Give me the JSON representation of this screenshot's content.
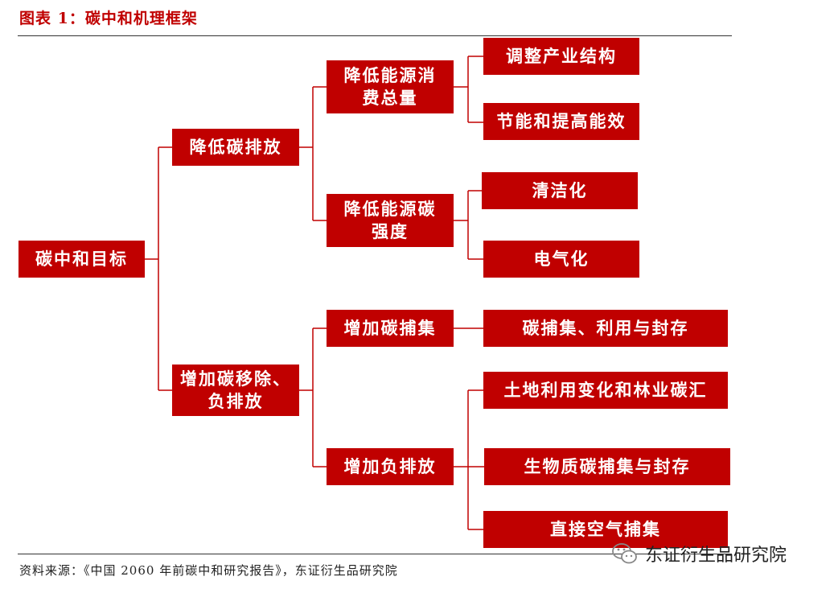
{
  "title": "图表 1：碳中和机理框架",
  "source": "资料来源：《中国 2060 年前碳中和研究报告》，东证衍生品研究院",
  "watermark": "东证衍生品研究院",
  "watermark_icon": "wechat-icon",
  "colors": {
    "box_fill": "#c00000",
    "box_text": "#ffffff",
    "line": "#c00000",
    "title": "#c00000"
  },
  "nodes": {
    "root": "碳中和目标",
    "l1_reduce": "降低碳排放",
    "l1_increase": "增加碳移除、\n负排放",
    "l2_consumption": "降低能源消\n费总量",
    "l2_intensity": "降低能源碳\n强度",
    "l2_capture": "增加碳捕集",
    "l2_negative": "增加负排放",
    "l3_structure": "调整产业结构",
    "l3_efficiency": "节能和提高能效",
    "l3_clean": "清洁化",
    "l3_electric": "电气化",
    "l3_ccus": "碳捕集、利用与封存",
    "l3_land": "土地利用变化和林业碳汇",
    "l3_bio": "生物质碳捕集与封存",
    "l3_dac": "直接空气捕集"
  }
}
